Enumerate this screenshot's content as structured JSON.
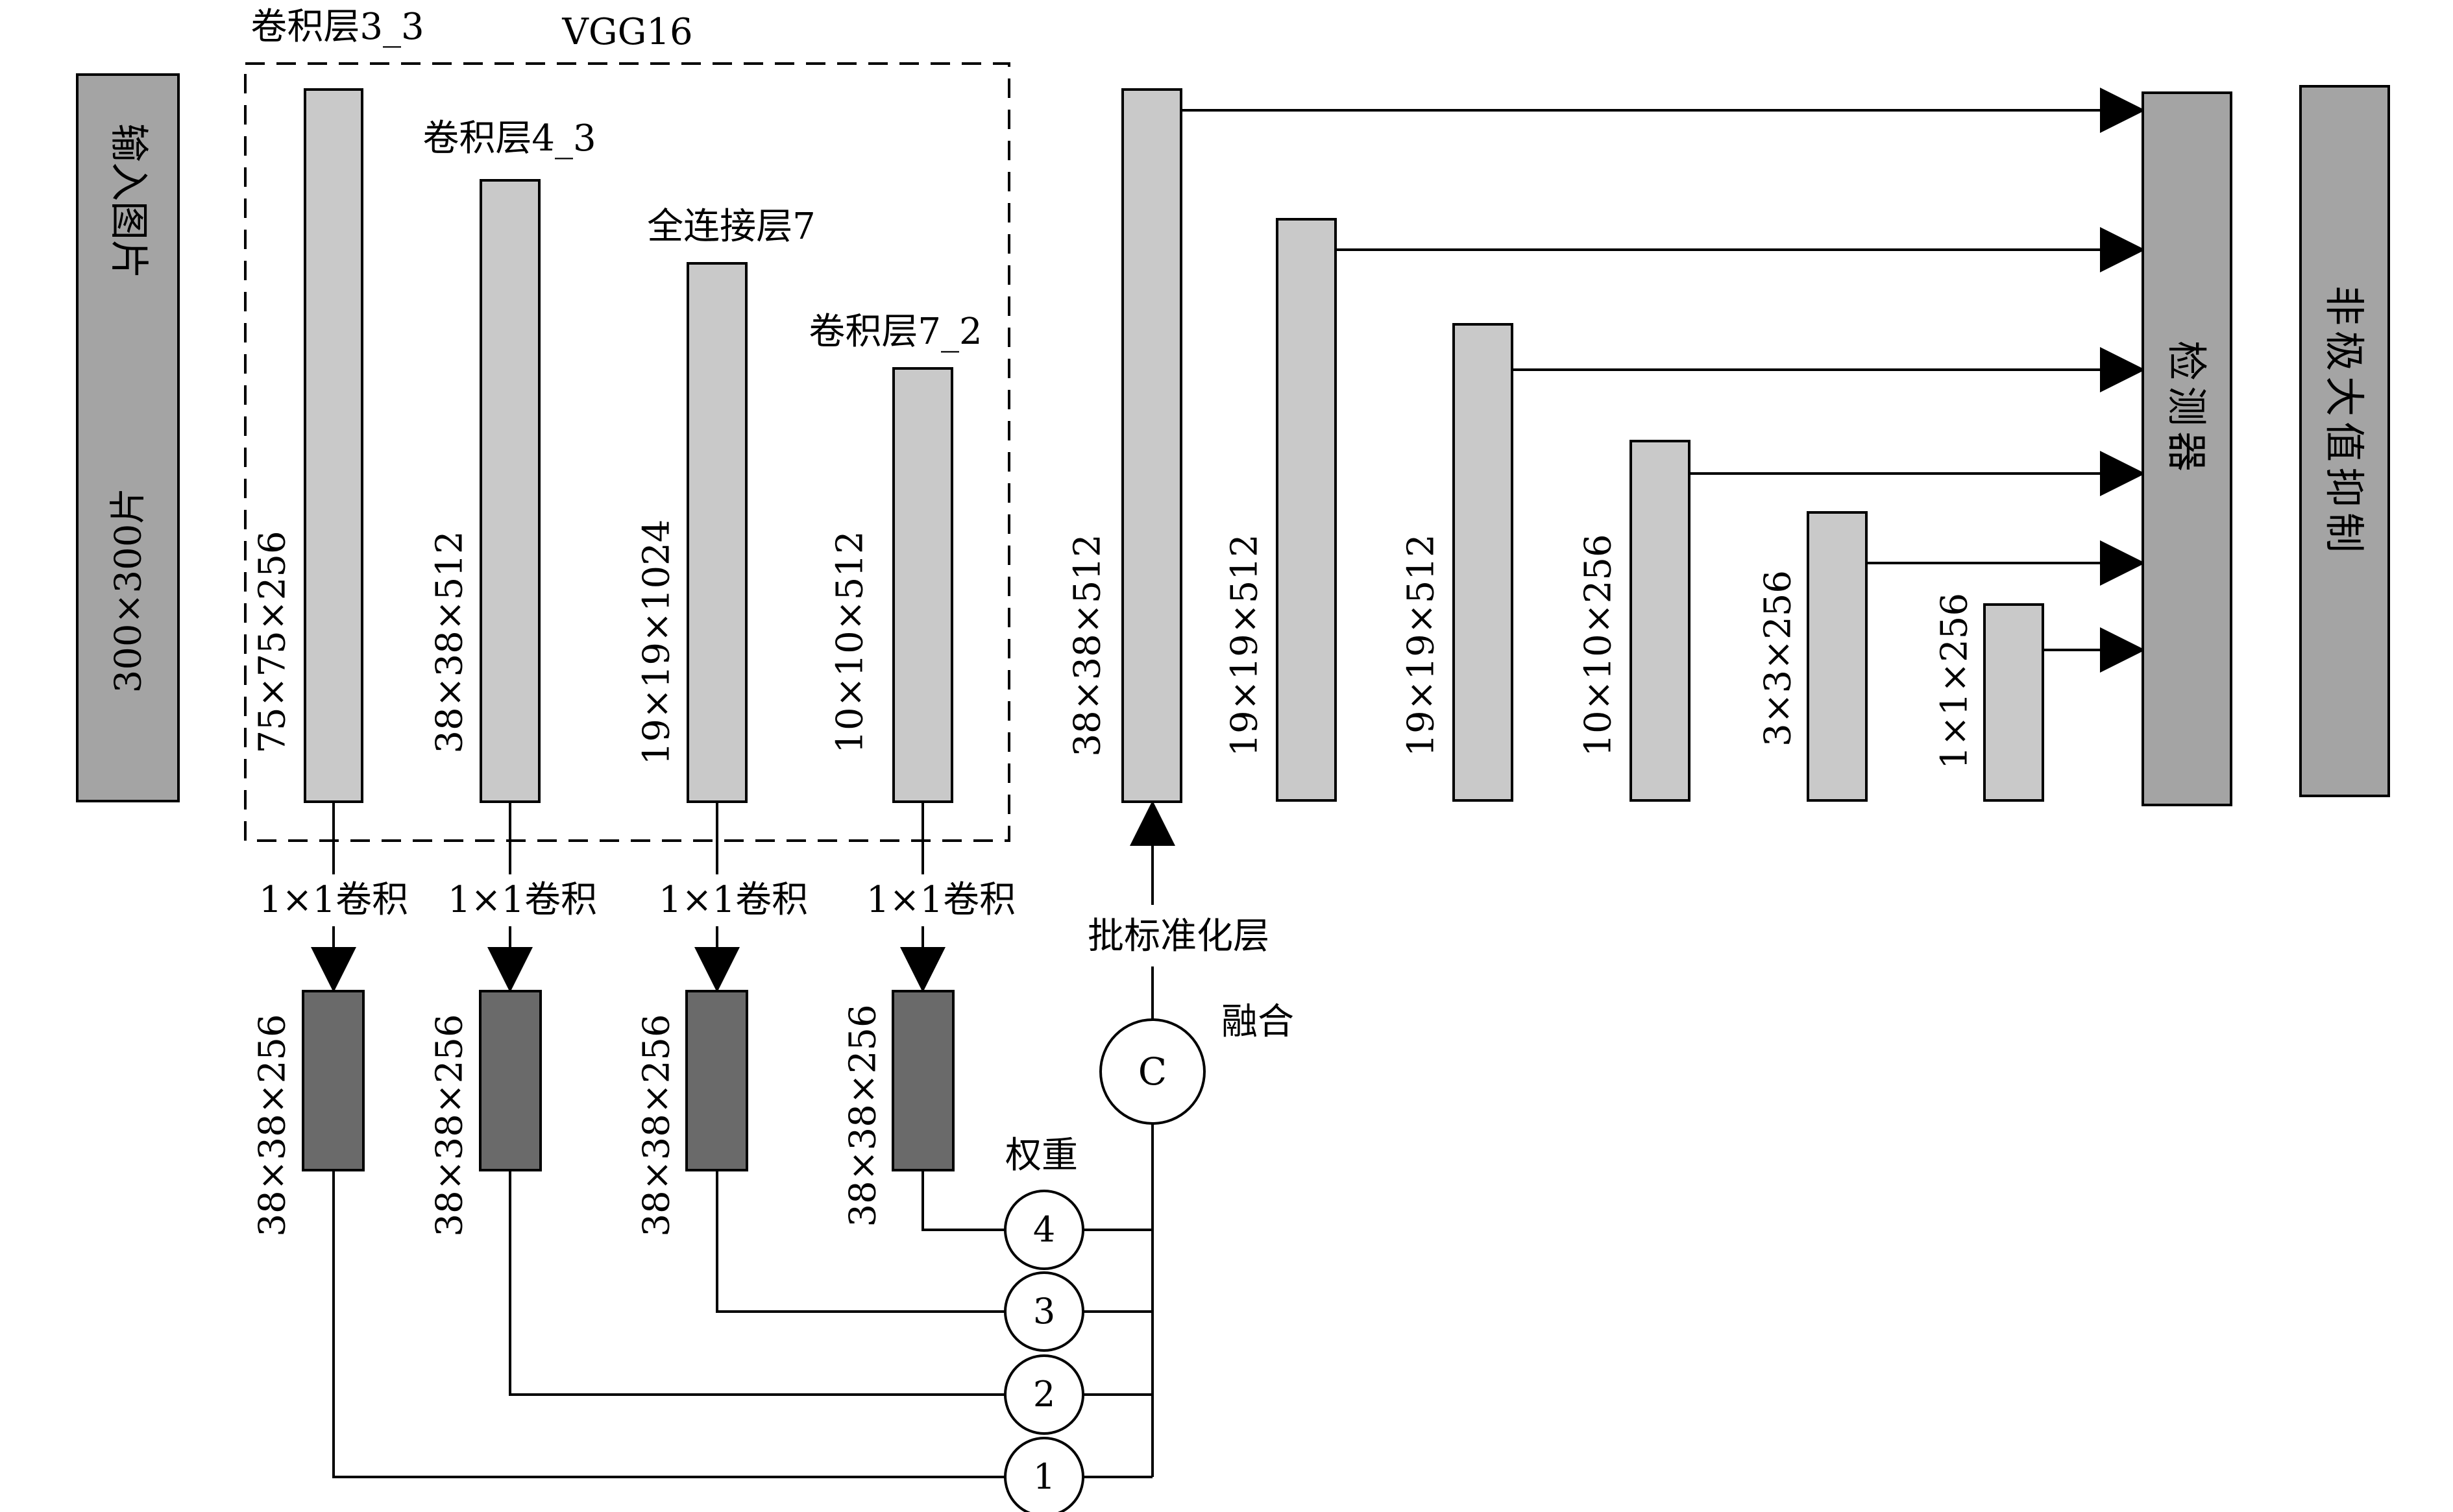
{
  "input": {
    "label": "输入图片",
    "size": "300×300片"
  },
  "vgg": {
    "title": "VGG16",
    "layers": [
      {
        "name": "卷积层3_3",
        "dims": "75×75×256"
      },
      {
        "name": "卷积层4_3",
        "dims": "38×38×512"
      },
      {
        "name": "全连接层7",
        "dims": "19×19×1024"
      },
      {
        "name": "卷积层7_2",
        "dims": "10×10×512"
      }
    ]
  },
  "conv_label": "1×1卷积",
  "reduced_dims": "38×38×256",
  "weights": {
    "label": "权重",
    "items": [
      "4",
      "3",
      "2",
      "1"
    ]
  },
  "fusion": {
    "symbol": "C",
    "label": "融合"
  },
  "batch_norm": "批标准化层",
  "features": [
    "38×38×512",
    "19×19×512",
    "19×19×512",
    "10×10×256",
    "3×3×256",
    "1×1×256"
  ],
  "detector": "检测器",
  "nms": "非极大值抑制",
  "colors": {
    "light": "#c9c9c9",
    "mid": "#a4a4a4",
    "dark": "#6a6a6a"
  }
}
